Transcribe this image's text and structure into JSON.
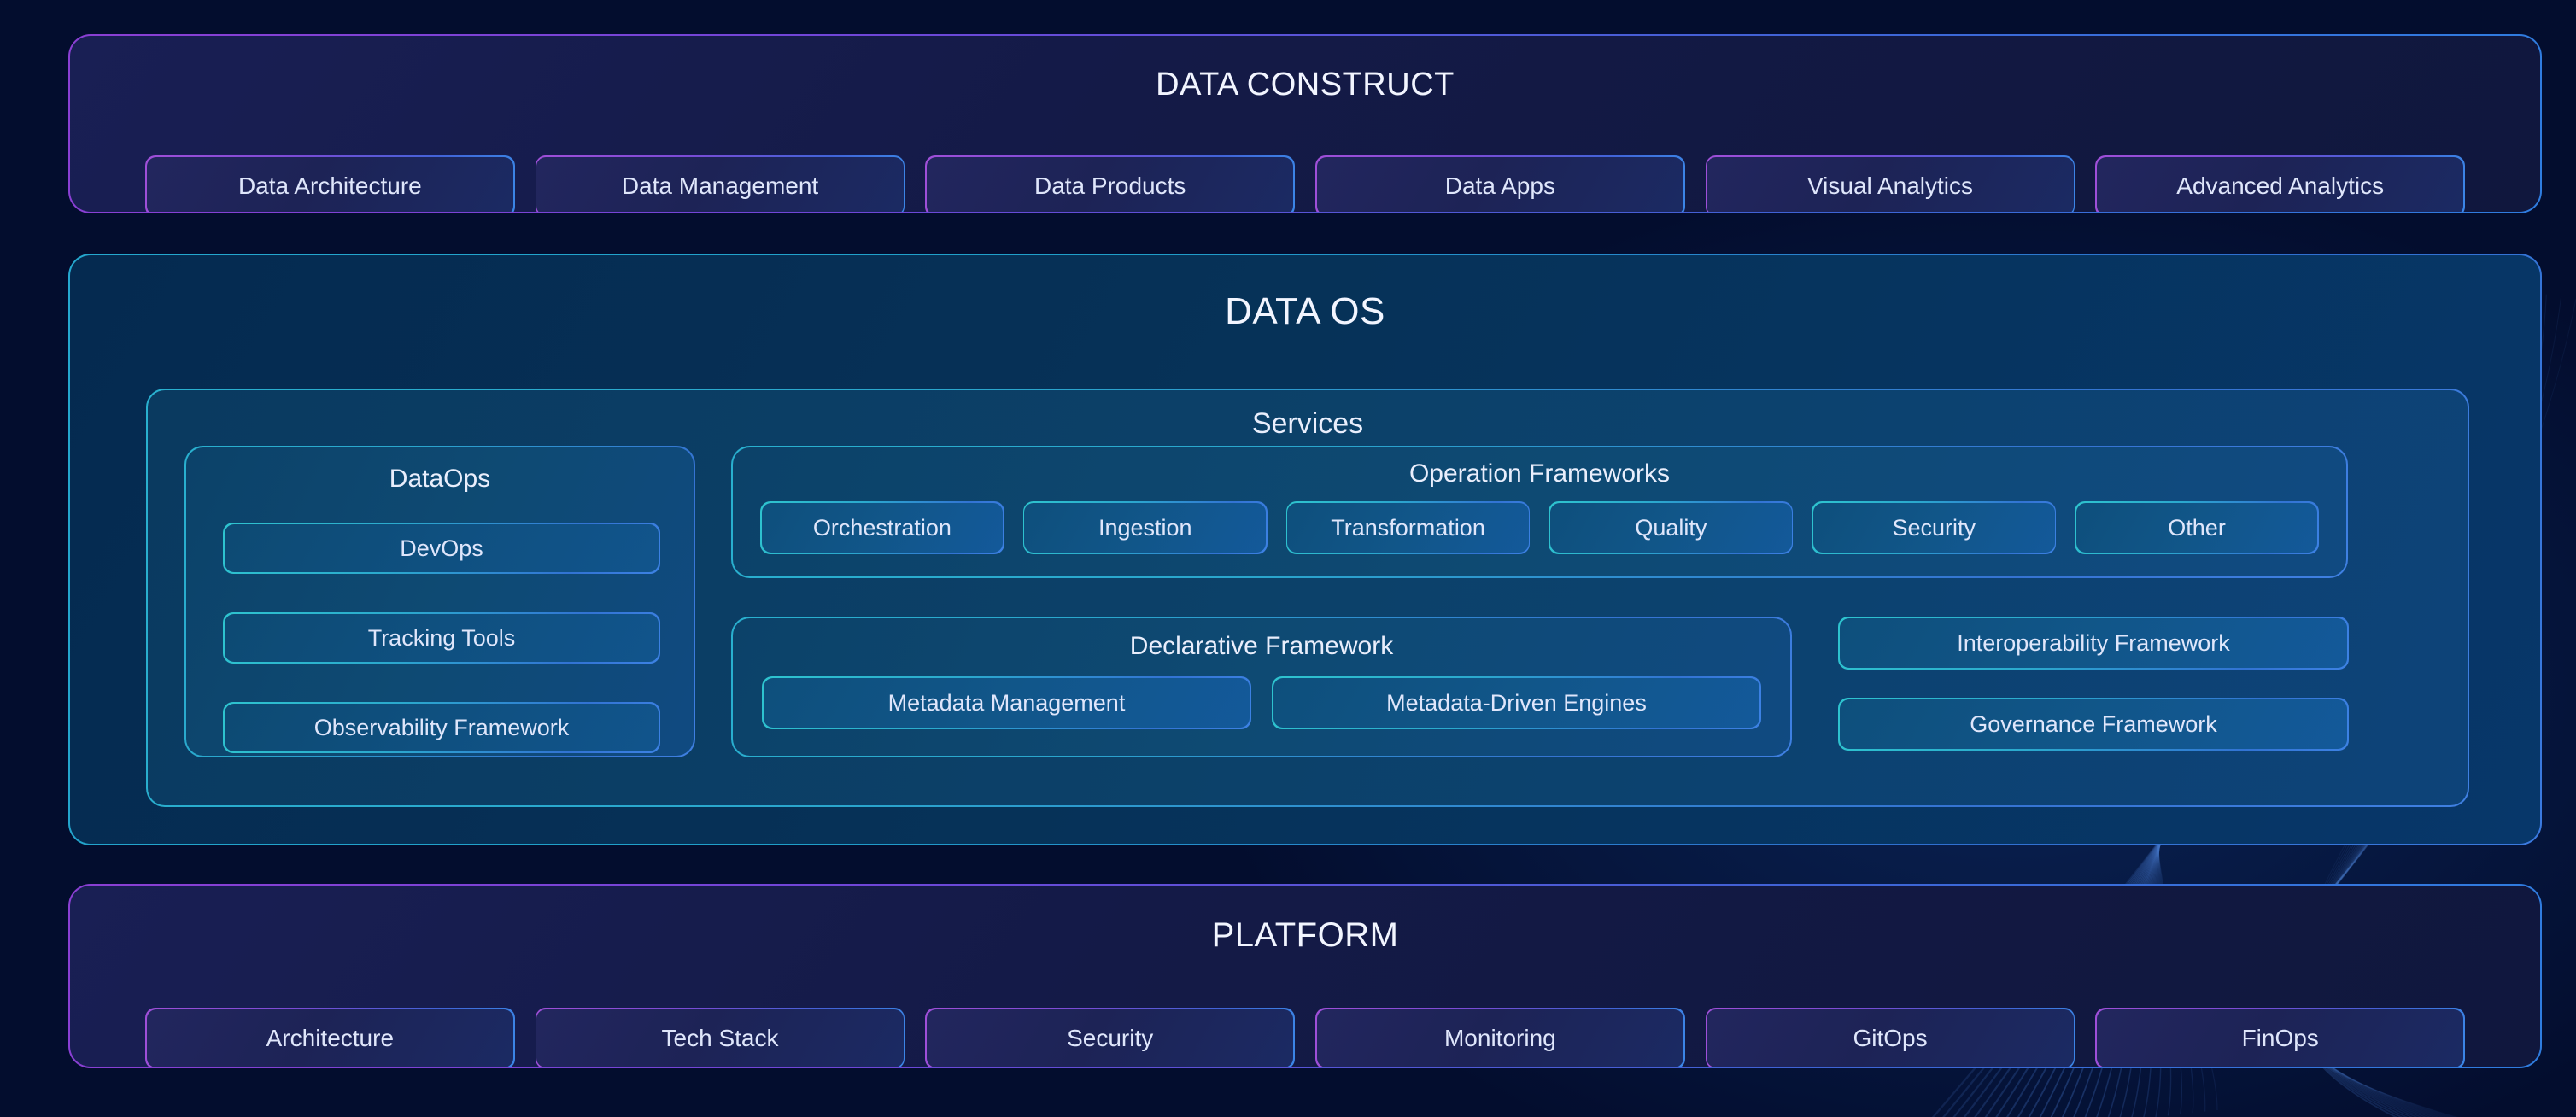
{
  "theme": {
    "page_background": "#030d2e",
    "violet_accent": "#8b3fd4",
    "blue_accent": "#3b7ae0",
    "cyan_accent": "#29b0cf",
    "text_color": "#e9eefc"
  },
  "layers": {
    "data_construct": {
      "title": "DATA CONSTRUCT",
      "chips": [
        "Data Architecture",
        "Data Management",
        "Data Products",
        "Data Apps",
        "Visual Analytics",
        "Advanced Analytics"
      ]
    },
    "data_os": {
      "title": "DATA OS",
      "services": {
        "title": "Services",
        "dataops": {
          "title": "DataOps",
          "chips": [
            "DevOps",
            "Tracking Tools",
            "Observability Framework"
          ]
        },
        "operation_frameworks": {
          "title": "Operation Frameworks",
          "chips": [
            "Orchestration",
            "Ingestion",
            "Transformation",
            "Quality",
            "Security",
            "Other"
          ]
        },
        "declarative_framework": {
          "title": "Declarative Framework",
          "chips": [
            "Metadata Management",
            "Metadata-Driven Engines"
          ]
        },
        "side_chips": [
          "Interoperability Framework",
          "Governance Framework"
        ]
      }
    },
    "platform": {
      "title": "PLATFORM",
      "chips": [
        "Architecture",
        "Tech Stack",
        "Security",
        "Monitoring",
        "GitOps",
        "FinOps"
      ]
    }
  }
}
